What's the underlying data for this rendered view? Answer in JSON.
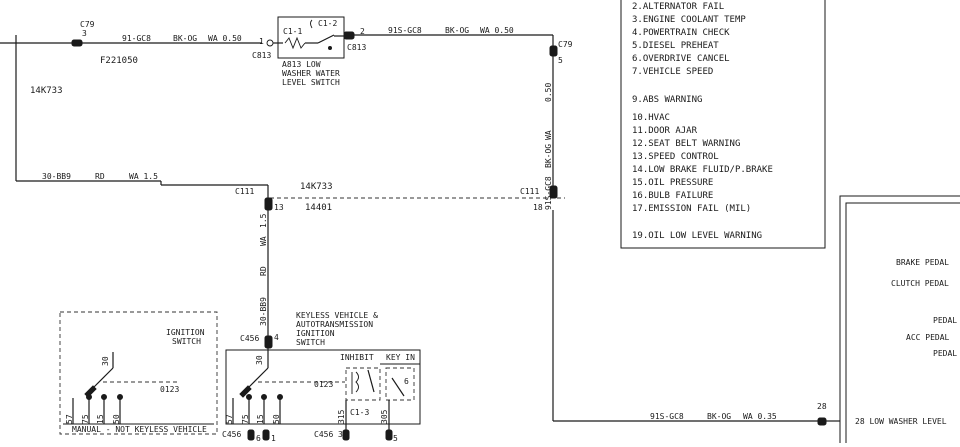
{
  "top_wire": {
    "connector": "C79",
    "pin": "3",
    "circuit": "91-GC8",
    "color": "BK-OG",
    "wa": "WA 0.50",
    "ref": "F221050"
  },
  "harness_left": "14K733",
  "switch": {
    "pin1": "1",
    "pin2": "2",
    "c1_1": "C1-1",
    "c1_2": "C1-2",
    "conn_left": "C813",
    "conn_right": "C813",
    "label_lines": [
      "A813 LOW",
      "WASHER WATER",
      "LEVEL SWITCH"
    ]
  },
  "right_wire": {
    "circuit": "91S-GC8",
    "color": "BK-OG",
    "wa": "WA 0.50",
    "connector": "C79",
    "pin": "5",
    "vertical_labels": [
      "0.50",
      "WA",
      "BK-OG",
      "91S-GC8"
    ]
  },
  "mid_wire": {
    "circuit": "30-BB9",
    "color": "RD",
    "wa": "WA 1.5"
  },
  "c111_left": {
    "name": "C111",
    "pin": "13",
    "harness": "14K733",
    "harness2": "14401"
  },
  "c111_right": {
    "name": "C111",
    "pin": "18"
  },
  "vertical_left": [
    "1.5",
    "WA",
    "RD",
    "30-BB9"
  ],
  "keyless": {
    "label_lines": [
      "KEYLESS VEHICLE &",
      "AUTOTRANSMISSION",
      "IGNITION",
      "SWITCH"
    ],
    "connector": "C456",
    "pin_top": "4",
    "inhibit": "INHIBIT",
    "key_in": "KEY IN",
    "terminals": [
      "57",
      "75",
      "15",
      "50"
    ],
    "pin30": "30",
    "c13": "C1-3",
    "t315": "315",
    "t305": "305",
    "bottom_connectors": [
      {
        "name": "C456",
        "pins": [
          "6",
          "1"
        ]
      },
      {
        "name": "C456",
        "pins": [
          "3",
          "5"
        ]
      }
    ]
  },
  "manual": {
    "title_lines": [
      "IGNITION",
      "SWITCH"
    ],
    "terminals": [
      "57",
      "75",
      "15",
      "50"
    ],
    "pin30": "30",
    "footer": "MANUAL - NOT KEYLESS VEHICLE"
  },
  "bottom_wire": {
    "circuit": "91S-GC8",
    "color": "BK-OG",
    "wa": "WA 0.35",
    "pin": "28"
  },
  "warning_list": [
    "2.ALTERNATOR FAIL",
    "3.ENGINE COOLANT TEMP",
    "4.POWERTRAIN CHECK",
    "5.DIESEL PREHEAT",
    "6.OVERDRIVE CANCEL",
    "7.VEHICLE SPEED",
    "9.ABS WARNING",
    "10.HVAC",
    "11.DOOR AJAR",
    "12.SEAT BELT WARNING",
    "13.SPEED CONTROL",
    "14.LOW BRAKE FLUID/P.BRAKE",
    "15.OIL PRESSURE",
    "16.BULB FAILURE",
    "17.EMISSION FAIL (MIL)",
    "19.OIL LOW LEVEL WARNING"
  ],
  "module_inputs": [
    "BRAKE PEDAL",
    "CLUTCH PEDAL",
    "PEDAL",
    "ACC PEDAL",
    "PEDAL",
    "28 LOW WASHER LEVEL"
  ]
}
